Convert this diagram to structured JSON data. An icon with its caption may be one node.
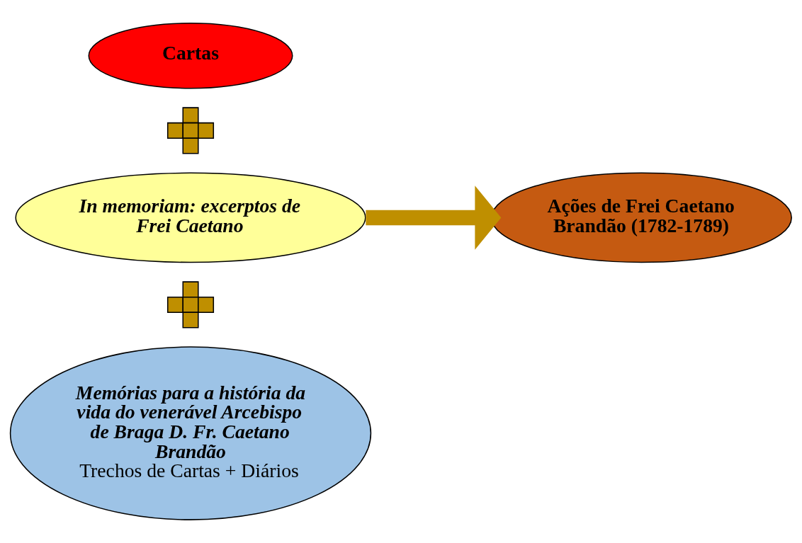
{
  "diagram": {
    "nodes": [
      {
        "text": [
          "Cartas"
        ]
      },
      {
        "text": [],
        "shape": "plus"
      },
      {
        "text": [
          "In memoriam: excerptos de Frei Caetano"
        ]
      },
      {
        "text": [
          "Ações de Frei Caetano Brandão (1782-1789)"
        ]
      },
      {
        "text": [],
        "shape": "plus"
      },
      {
        "text": [
          "Memórias para a história da vida do venerável Arcebispo de Braga D. Fr. Caetano Brandão",
          "Trechos de Cartas + Diários"
        ]
      }
    ],
    "edges": [
      {
        "from": 2,
        "to": 3,
        "arrow": "to"
      }
    ]
  }
}
